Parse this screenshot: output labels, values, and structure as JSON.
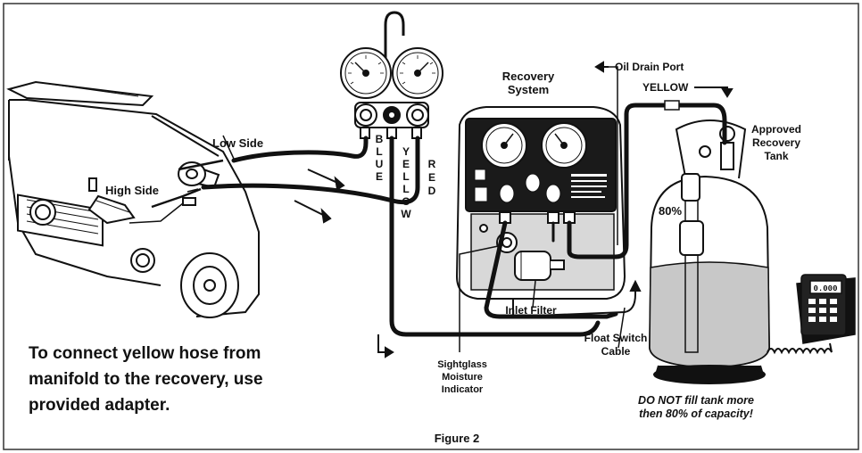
{
  "labels": {
    "low_side": "Low Side",
    "high_side": "High Side",
    "blue": "BLUE",
    "yellow_vertical": "YELLOW",
    "red": "RED",
    "recovery_system_l1": "Recovery",
    "recovery_system_l2": "System",
    "oil_drain_port": "Oil Drain Port",
    "yellow_top": "YELLOW",
    "approved_l1": "Approved",
    "approved_l2": "Recovery",
    "approved_l3": "Tank",
    "percent_80": "80%",
    "inlet_filter": "Inlet Filter",
    "float_switch_l1": "Float Switch",
    "float_switch_l2": "Cable",
    "sightglass_l1": "Sightglass",
    "sightglass_l2": "Moisture",
    "sightglass_l3": "Indicator",
    "scale_display": "0.000",
    "figure_caption": "Figure 2"
  },
  "instruction": {
    "line1": "To connect yellow hose from",
    "line2": "manifold to the recovery, use",
    "line3": "provided adapter."
  },
  "warning": {
    "line1": "DO NOT fill tank more",
    "line2": "then 80% of capacity!"
  },
  "colors": {
    "ink": "#111111",
    "panel": "#1a1a1a",
    "liquid": "#c8c8c8",
    "frame": "#333333"
  }
}
